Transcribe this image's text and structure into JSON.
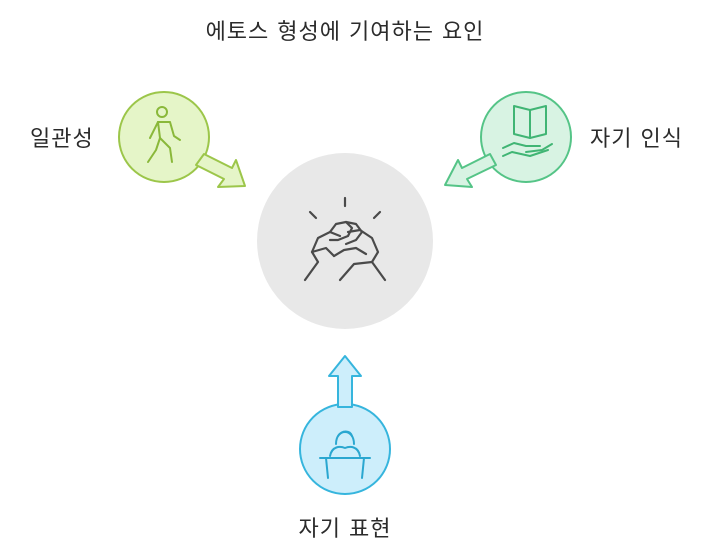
{
  "diagram": {
    "title": "에토스 형성에 기여하는 요인",
    "center": {
      "icon": "handshake-icon",
      "fill": "#e8e8e8"
    },
    "factors": [
      {
        "label": "일관성",
        "icon": "walking-person-icon",
        "fill": "#e5f5c8",
        "stroke": "#9cc64a"
      },
      {
        "label": "자기 인식",
        "icon": "book-in-hand-icon",
        "fill": "#d8f3e3",
        "stroke": "#55c487"
      },
      {
        "label": "자기 표현",
        "icon": "speaker-at-podium-icon",
        "fill": "#cdeefb",
        "stroke": "#36b5dd"
      }
    ]
  }
}
